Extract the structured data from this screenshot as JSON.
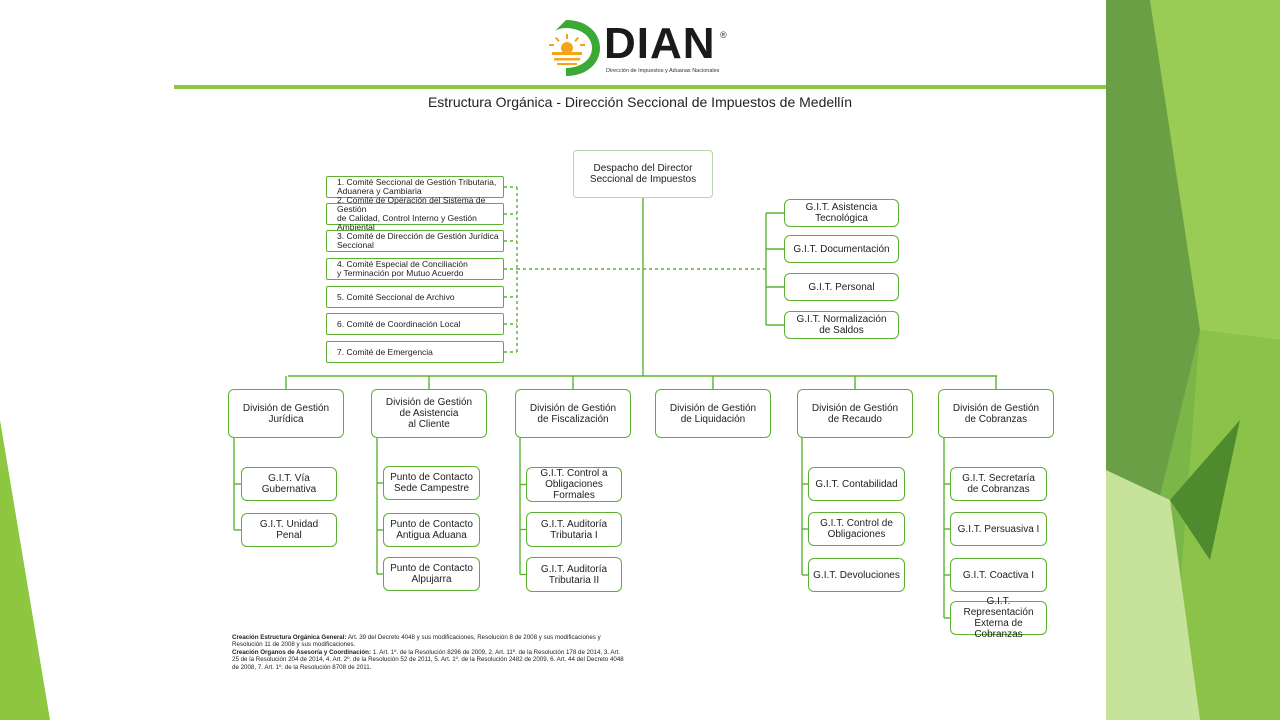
{
  "header": {
    "logo_text": "DIAN",
    "logo_reg": "®",
    "logo_subtitle": "Dirección de Impuestos y Aduanas Nacionales",
    "title": "Estructura Orgánica - Dirección Seccional de Impuestos de Medellín"
  },
  "colors": {
    "accent": "#8dc63f",
    "box_border": "#5cb233",
    "line": "#5cb233"
  },
  "chart": {
    "director": "Despacho del Director\nSeccional de Impuestos",
    "committees": [
      "1. Comité Seccional de Gestión Tributaria,\n    Aduanera y Cambiaria",
      "2. Comité de Operación del Sistema de Gestión\n    de Calidad, Control Interno y Gestión Ambiental",
      "3. Comité de Dirección de Gestión Jurídica\n    Seccional",
      "4. Comité Especial de Conciliación\n    y Terminación por Mutuo Acuerdo",
      "5. Comité Seccional de Archivo",
      "6. Comité de Coordinación Local",
      "7. Comité de Emergencia"
    ],
    "staff_units": [
      "G.I.T. Asistencia\nTecnológica",
      "G.I.T. Documentación",
      "G.I.T. Personal",
      "G.I.T. Normalización\nde Saldos"
    ],
    "divisions": [
      {
        "name": "División de Gestión\nJurídica",
        "units": [
          "G.I.T. Vía\nGubernativa",
          "G.I.T. Unidad\nPenal"
        ]
      },
      {
        "name": "División de Gestión\nde Asistencia\nal Cliente",
        "units": [
          "Punto de Contacto\nSede Campestre",
          "Punto de Contacto\nAntigua Aduana",
          "Punto de Contacto\nAlpujarra"
        ]
      },
      {
        "name": "División de Gestión\nde Fiscalización",
        "units": [
          "G.I.T. Control a\nObligaciones\nFormales",
          "G.I.T. Auditoría\nTributaria I",
          "G.I.T. Auditoría\nTributaria II"
        ]
      },
      {
        "name": "División de Gestión\nde Liquidación",
        "units": []
      },
      {
        "name": "División de Gestión\nde Recaudo",
        "units": [
          "G.I.T. Contabilidad",
          "G.I.T. Control de\nObligaciones",
          "G.I.T. Devoluciones"
        ]
      },
      {
        "name": "División de Gestión\nde Cobranzas",
        "units": [
          "G.I.T. Secretaría\nde Cobranzas",
          "G.I.T. Persuasiva I",
          "G.I.T. Coactiva I",
          "G.I.T. Representación\nExterna de Cobranzas"
        ]
      }
    ]
  },
  "notes": {
    "general_label": "Creación Estructura Orgánica General:",
    "general_text": " Art. 39 del Decreto 4048 y sus modificaciones, Resolución 8 de 2008 y sus modificaciones y Resolución 11 de 2008 y sus modificaciones.",
    "organs_label": "Creación Organos de Asesoría y Coordinación:",
    "organs_text": " 1. Art. 1º. de la Resolución 8296 de 2009, 2. Art. 11º. de la Resolución 178 de 2014, 3. Art. 25 de la Resolución 204 de 2014, 4. Art. 2º. de la Resolución 52 de 2011, 5. Art. 1º. de la Resolución 2482 de 2009, 6. Art. 44 del Decreto 4048 de 2008, 7. Art. 1º. de la Resolución 8708 de 2011."
  }
}
